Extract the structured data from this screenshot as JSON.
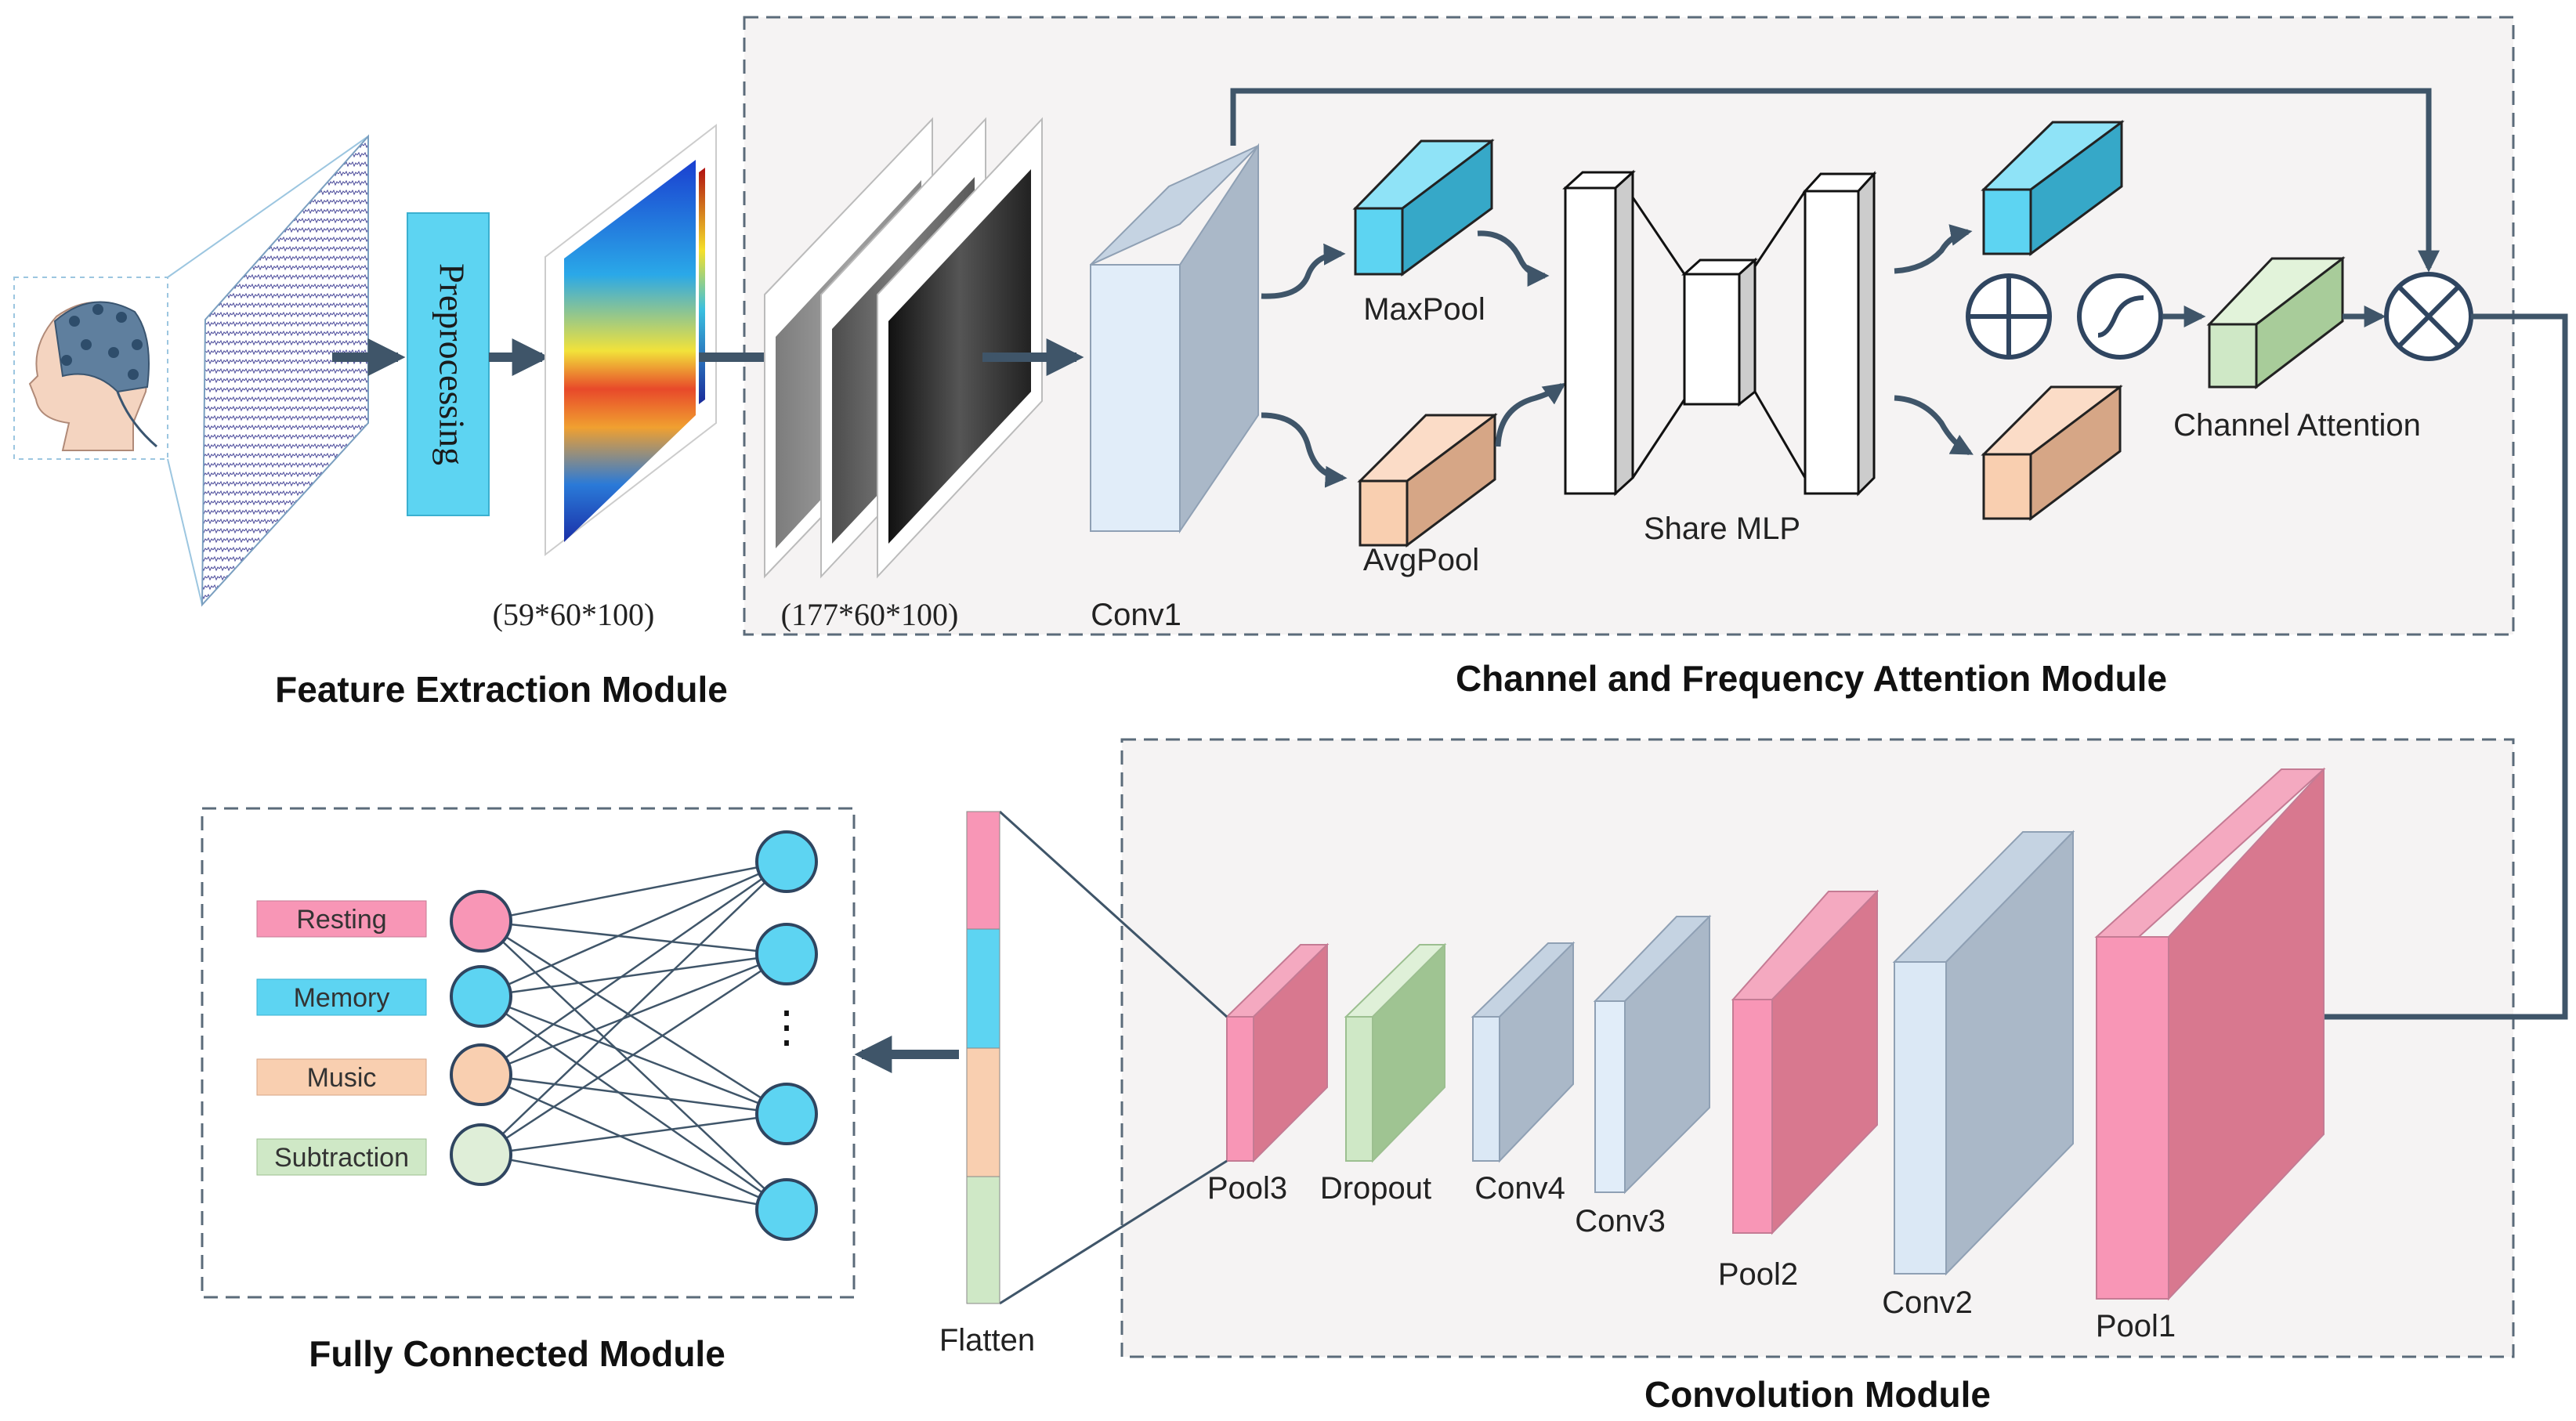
{
  "modules": {
    "feature_extraction": "Feature Extraction Module",
    "channel_freq_attention": "Channel and Frequency Attention Module",
    "convolution": "Convolution  Module",
    "fully_connected": "Fully Connected Module"
  },
  "feature": {
    "preprocessing": "Preprocessing",
    "dim_spectrogram": "(59*60*100)",
    "dim_stack": "(177*60*100)"
  },
  "attention": {
    "conv1": "Conv1",
    "maxpool": "MaxPool",
    "avgpool": "AvgPool",
    "share_mlp": "Share MLP",
    "channel_attention": "Channel Attention"
  },
  "conv_layers": [
    "Pool3",
    "Dropout",
    "Conv4",
    "Conv3",
    "Pool2",
    "Conv2",
    "Pool1"
  ],
  "flatten": "Flatten",
  "classes": [
    "Resting",
    "Memory",
    "Music",
    "Subtraction"
  ],
  "nn_ellipsis": "⋮",
  "colors": {
    "pink": "#f896b6",
    "cyan": "#5dd4f2",
    "peach": "#f9cfb0",
    "green": "#cfe8c6",
    "conv_blue": "#dbe8f5",
    "arrow": "#3f5569",
    "panel": "#f5f3f3",
    "dash": "#5b6b7a"
  },
  "icons": [
    "eeg-head-icon",
    "eeg-signal-icon",
    "spectrogram-icon",
    "add-icon",
    "sigmoid-icon",
    "multiply-icon"
  ]
}
